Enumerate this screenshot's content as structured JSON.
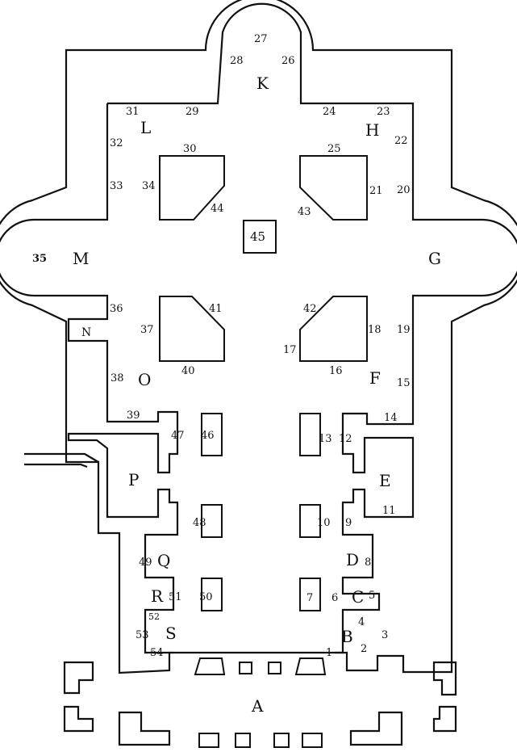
{
  "numbers": [
    "1",
    "2",
    "3",
    "4",
    "5",
    "6",
    "7",
    "8",
    "9",
    "10",
    "11",
    "12",
    "13",
    "14",
    "15",
    "16",
    "17",
    "18",
    "19",
    "20",
    "21",
    "22",
    "23",
    "24",
    "25",
    "26",
    "27",
    "28",
    "29",
    "30",
    "31",
    "32",
    "33",
    "34",
    "35",
    "36",
    "37",
    "38",
    "39",
    "40",
    "41",
    "42",
    "43",
    "44",
    "45",
    "46",
    "47",
    "48",
    "49",
    "50",
    "51",
    "52",
    "53",
    "54"
  ],
  "letters": [
    "A",
    "B",
    "C",
    "D",
    "E",
    "F",
    "G",
    "H",
    "K",
    "L",
    "M",
    "N",
    "O",
    "P",
    "Q",
    "R",
    "S"
  ]
}
